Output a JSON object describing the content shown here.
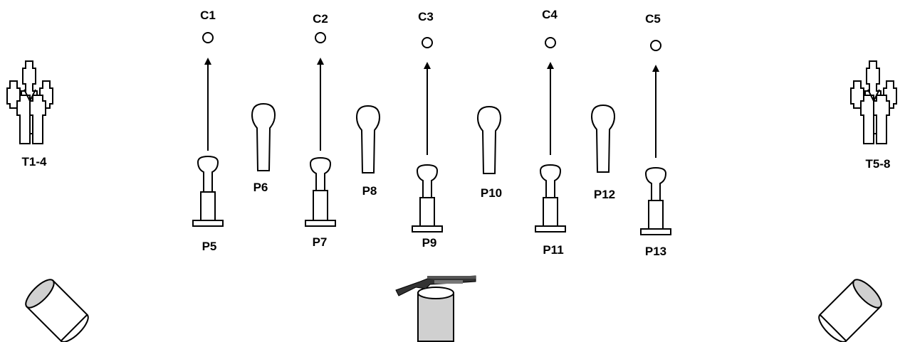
{
  "colors": {
    "stroke": "#000000",
    "barrel_fill": "#d0d0d0",
    "background": "#ffffff"
  },
  "clays": [
    {
      "label": "C1"
    },
    {
      "label": "C2"
    },
    {
      "label": "C3"
    },
    {
      "label": "C4"
    },
    {
      "label": "C5"
    }
  ],
  "poppers": [
    {
      "label": "P5"
    },
    {
      "label": "P7"
    },
    {
      "label": "P9"
    },
    {
      "label": "P11"
    },
    {
      "label": "P13"
    }
  ],
  "plates": [
    {
      "label": "P6"
    },
    {
      "label": "P8"
    },
    {
      "label": "P10"
    },
    {
      "label": "P12"
    }
  ],
  "target_groups": [
    {
      "label": "T1-4"
    },
    {
      "label": "T5-8"
    }
  ],
  "icons": [
    "clay-circle-icon",
    "arrow-icon",
    "popper-target-icon",
    "plate-target-icon",
    "silhouette-targets-icon",
    "barrel-icon",
    "shotgun-icon"
  ]
}
